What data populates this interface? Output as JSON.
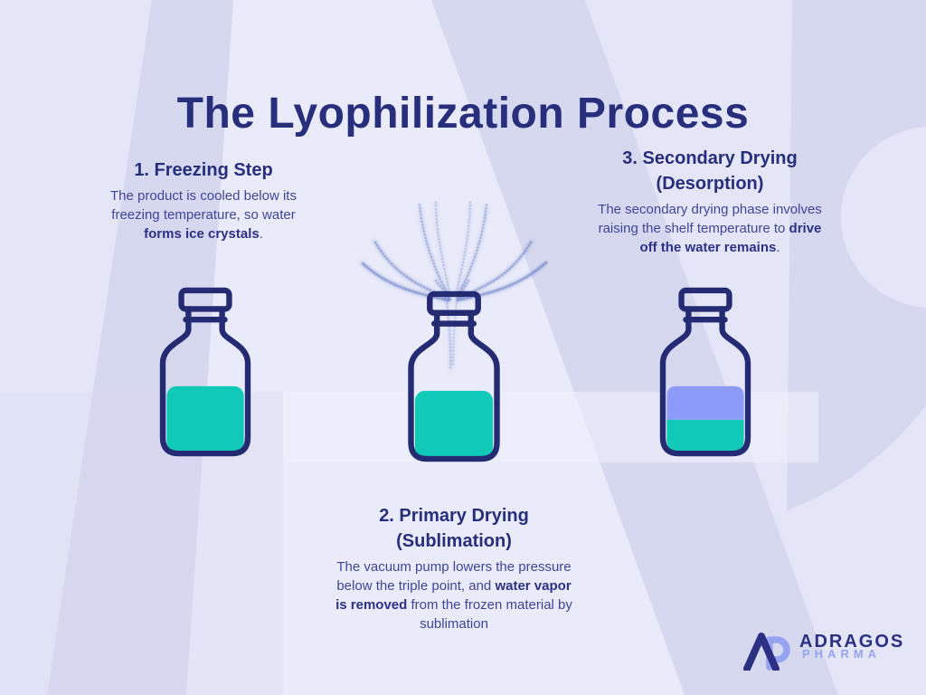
{
  "title": "The Lyophilization Process",
  "steps": [
    {
      "heading": "1. Freezing Step",
      "body": [
        {
          "text": "The product is cooled below its\nfreezing temperature, so water\n",
          "bold": false
        },
        {
          "text": "forms ice crystals",
          "bold": true
        },
        {
          "text": ".",
          "bold": false
        }
      ]
    },
    {
      "heading": "2. Primary Drying\n(Sublimation)",
      "body": [
        {
          "text": "The vacuum pump lowers the pressure\nbelow the triple point, and ",
          "bold": false
        },
        {
          "text": "water vapor\nis removed",
          "bold": true
        },
        {
          "text": " from the frozen material by\nsublimation",
          "bold": false
        }
      ]
    },
    {
      "heading": "3. Secondary Drying\n(Desorption)",
      "body": [
        {
          "text": "The secondary drying phase involves\nraising the shelf temperature to ",
          "bold": false
        },
        {
          "text": "drive\noff the water remains",
          "bold": true
        },
        {
          "text": ".",
          "bold": false
        }
      ]
    }
  ],
  "vials": [
    {
      "name": "freezing-vial",
      "content": "frozen product",
      "fill": "teal"
    },
    {
      "name": "primary-drying-vial",
      "content": "frozen product with vapor escaping",
      "fill": "teal"
    },
    {
      "name": "secondary-drying-vial",
      "content": "bound water layer over dried product",
      "fill": "periwinkle over teal"
    }
  ],
  "logo": {
    "name": "ADRAGOS",
    "subtitle": "PHARMA"
  },
  "colors": {
    "background": "#e4e6f8",
    "watermark_dark": "#d6d8ef",
    "watermark_light": "#e9ebfa",
    "shelf_light": "#eef0fc",
    "shelf_dark": "#d9dbf0",
    "title": "#272e7b",
    "body": "#3f4699",
    "bold": "#2b3186",
    "outline": "#242b72",
    "teal": "#11c9b7",
    "periwinkle": "#8c9af8",
    "vapor": "#5a72c0",
    "logo_navy": "#2b3082",
    "logo_periwinkle": "#97a4f2"
  }
}
